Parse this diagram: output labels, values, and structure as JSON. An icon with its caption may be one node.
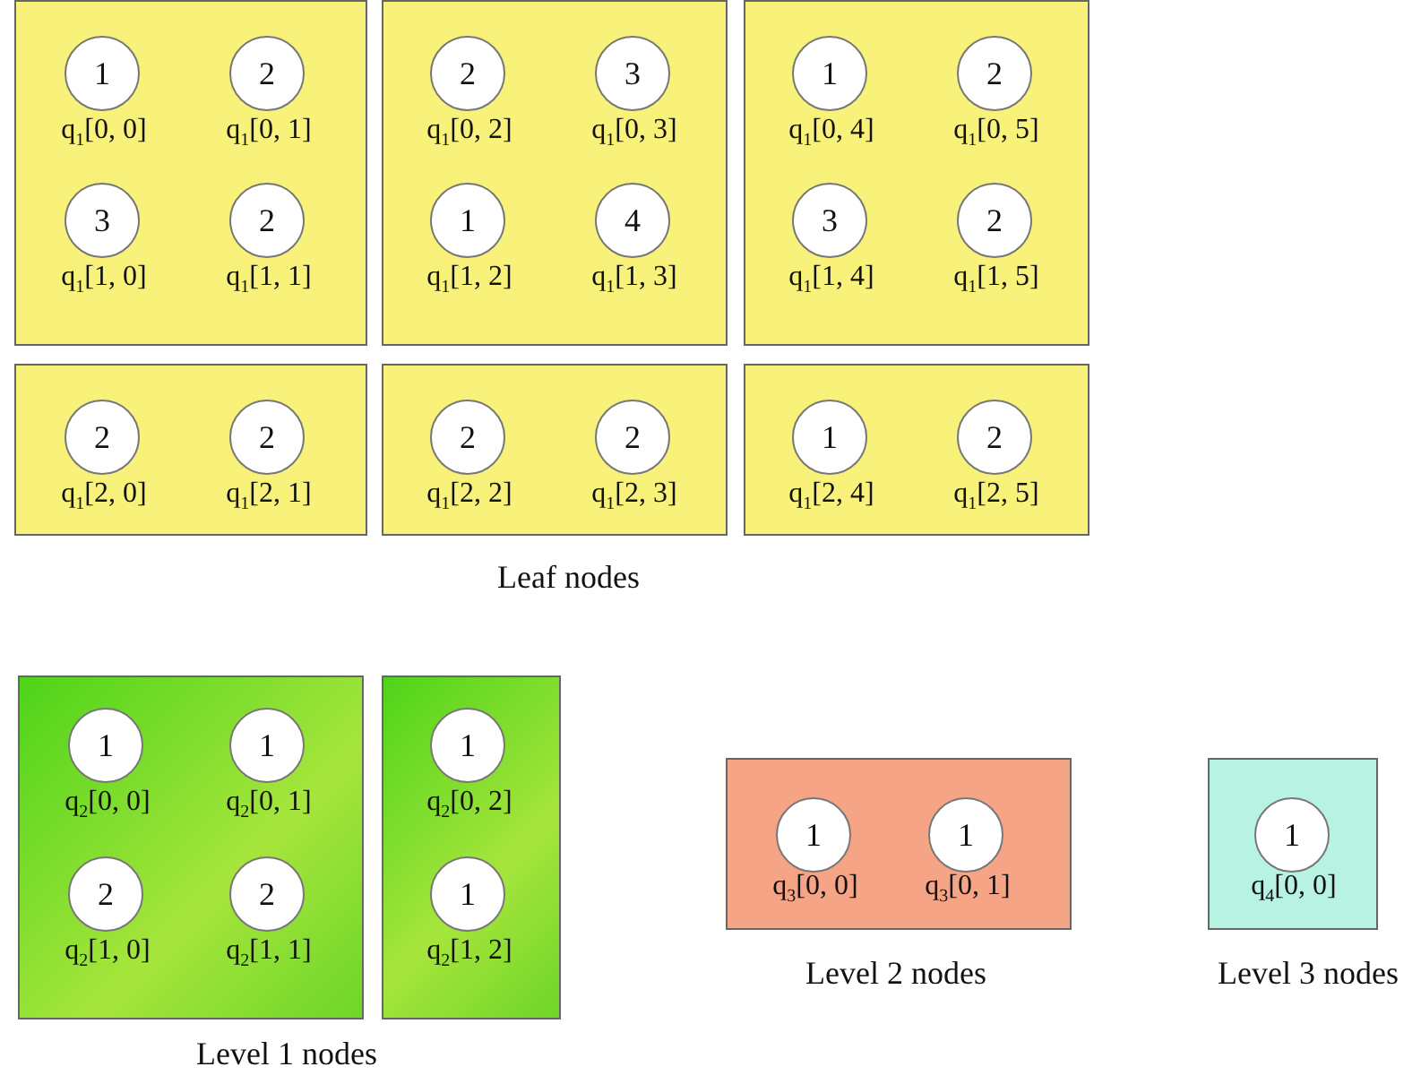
{
  "diagram": {
    "nodes": [
      {
        "text": [],
        "shape": "box"
      },
      {
        "text": [
          "1"
        ],
        "in": 0,
        "beside": [
          "q$_{1}$[0, 0]"
        ]
      },
      {
        "text": [
          "2"
        ],
        "in": 0,
        "beside": [
          "q$_{1}$[0, 1]"
        ]
      },
      {
        "text": [
          "3"
        ],
        "in": 0,
        "beside": [
          "q$_{1}$[1, 0]"
        ]
      },
      {
        "text": [
          "2"
        ],
        "in": 0,
        "beside": [
          "q$_{1}$[1, 1]"
        ]
      },
      {
        "text": [],
        "shape": "box"
      },
      {
        "text": [
          "2"
        ],
        "in": 5,
        "beside": [
          "q$_{1}$[0, 2]"
        ]
      },
      {
        "text": [
          "3"
        ],
        "in": 5,
        "beside": [
          "q$_{1}$[0, 3]"
        ]
      },
      {
        "text": [
          "1"
        ],
        "in": 5,
        "beside": [
          "q$_{1}$[1, 2]"
        ]
      },
      {
        "text": [
          "4"
        ],
        "in": 5,
        "beside": [
          "q$_{1}$[1, 3]"
        ]
      },
      {
        "text": [],
        "shape": "box"
      },
      {
        "text": [
          "1"
        ],
        "in": 10,
        "beside": [
          "q$_{1}$[0, 4]"
        ]
      },
      {
        "text": [
          "2"
        ],
        "in": 10,
        "beside": [
          "q$_{1}$[0, 5]"
        ]
      },
      {
        "text": [
          "3"
        ],
        "in": 10,
        "beside": [
          "q$_{1}$[1, 4]"
        ]
      },
      {
        "text": [
          "2"
        ],
        "in": 10,
        "beside": [
          "q$_{1}$[1, 5]"
        ]
      },
      {
        "text": [],
        "shape": "box"
      },
      {
        "text": [
          "2"
        ],
        "in": 15,
        "beside": [
          "q$_{1}$[2, 0]"
        ]
      },
      {
        "text": [
          "2"
        ],
        "in": 15,
        "beside": [
          "q$_{1}$[2, 1]"
        ]
      },
      {
        "text": [],
        "shape": "box"
      },
      {
        "text": [
          "2"
        ],
        "in": 18,
        "beside": [
          "q$_{1}$[2, 2]"
        ]
      },
      {
        "text": [
          "2"
        ],
        "in": 18,
        "beside": [
          "q$_{1}$[2, 3]"
        ]
      },
      {
        "text": [],
        "shape": "box"
      },
      {
        "text": [
          "1"
        ],
        "in": 21,
        "beside": [
          "q$_{1}$[2, 4]"
        ]
      },
      {
        "text": [
          "2"
        ],
        "in": 21,
        "beside": [
          "q$_{1}$[2, 5]"
        ]
      },
      {
        "text": [],
        "shape": "box"
      },
      {
        "text": [
          "1"
        ],
        "in": 24,
        "beside": [
          "q$_{2}$[0, 0]"
        ]
      },
      {
        "text": [
          "1"
        ],
        "in": 24,
        "beside": [
          "q$_{2}$[0, 1]"
        ]
      },
      {
        "text": [
          "2"
        ],
        "in": 24,
        "beside": [
          "q$_{2}$[1, 0]"
        ]
      },
      {
        "text": [
          "2"
        ],
        "in": 24,
        "beside": [
          "q$_{2}$[1, 1]"
        ]
      },
      {
        "text": [],
        "shape": "box"
      },
      {
        "text": [
          "1"
        ],
        "in": 29,
        "beside": [
          "q$_{2}$[0, 2]"
        ]
      },
      {
        "text": [
          "1"
        ],
        "in": 29,
        "beside": [
          "q$_{2}$[1, 2]"
        ]
      },
      {
        "text": [],
        "shape": "box"
      },
      {
        "text": [
          "1"
        ],
        "in": 32,
        "beside": [
          "q$_{3}$[0, 0]"
        ]
      },
      {
        "text": [
          "1"
        ],
        "in": 32,
        "beside": [
          "q$_{3}$[0, 1]"
        ]
      },
      {
        "text": [],
        "shape": "box"
      },
      {
        "text": [
          "1"
        ],
        "in": 35,
        "beside": [
          "q$_{4}$[0, 0]"
        ]
      }
    ],
    "labels": [
      "Leaf nodes",
      "Level 1 nodes",
      "Level 2 nodes",
      "Level 3 nodes"
    ]
  }
}
